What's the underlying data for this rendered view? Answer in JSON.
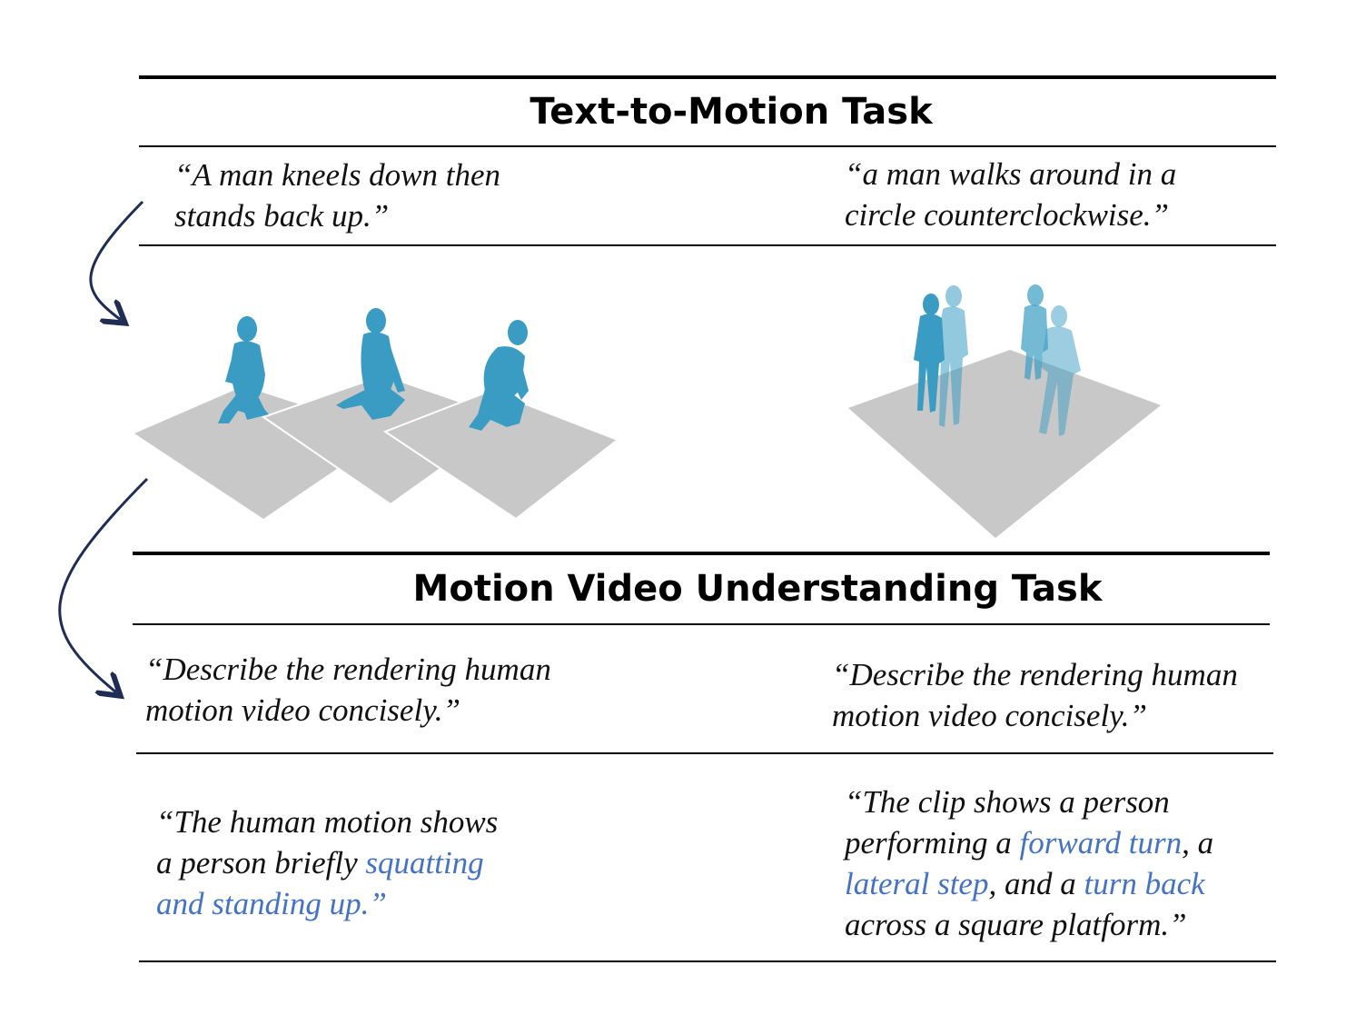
{
  "text_to_motion": {
    "title": "Text-to-Motion Task",
    "left_prompt": [
      "“A man kneels down then",
      "stands back up.”"
    ],
    "right_prompt": [
      "“a man walks around in a",
      "circle counterclockwise.”"
    ]
  },
  "motion_video": {
    "title": "Motion Video Understanding Task",
    "left_prompt": [
      "“Describe the rendering  human",
      "motion video concisely.”"
    ],
    "right_prompt": [
      "“Describe the rendering  human",
      "motion video concisely.”"
    ],
    "left_answer": {
      "line1": "“The human motion shows",
      "line2_a": "a person briefly ",
      "line2_b": "squatting",
      "line3": "and standing up.”"
    },
    "right_answer": {
      "line1": "“The clip shows a person",
      "line2_a": "performing a ",
      "line2_b": "forward turn",
      "line2_c": ", a",
      "line3_a": "lateral step",
      "line3_b": ", and a ",
      "line3_c": "turn back",
      "line4": "across a square platform.”"
    }
  },
  "colors": {
    "highlight": "#4472c4",
    "figure": "#3a9cc3",
    "platform": "#c8c8c8",
    "arrow": "#1f2d55"
  }
}
